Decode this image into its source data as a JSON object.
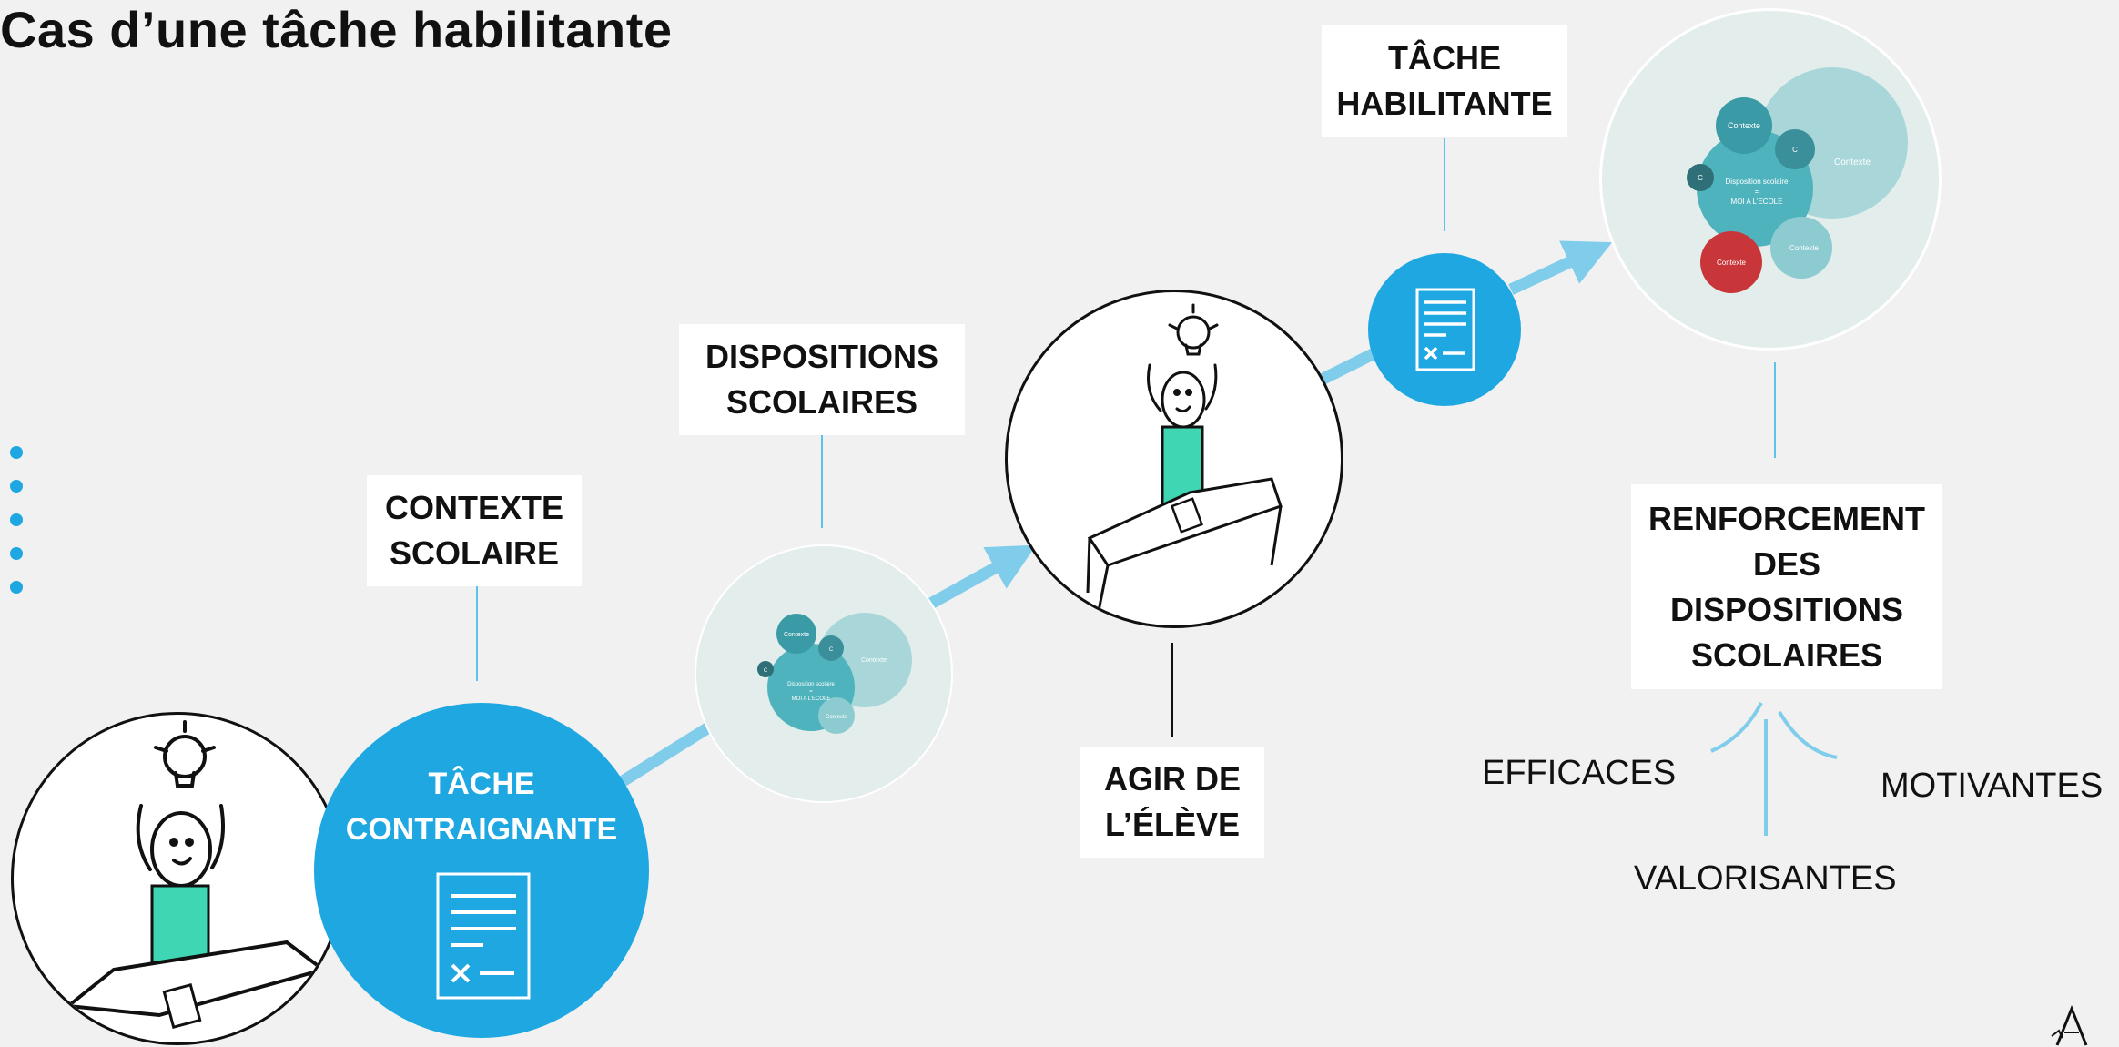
{
  "title": "Cas d’une tâche habilitante",
  "labels": {
    "contexte_scolaire": [
      "CONTEXTE",
      "SCOLAIRE"
    ],
    "dispositions_scolaires": [
      "DISPOSITIONS",
      "SCOLAIRES"
    ],
    "tache_habilitante": [
      "TÂCHE",
      "HABILITANTE"
    ],
    "agir_eleve": [
      "AGIR DE",
      "L’ÉLÈVE"
    ],
    "renforcement": [
      "RENFORCEMENT",
      "DES",
      "DISPOSITIONS",
      "SCOLAIRES"
    ],
    "tache_contraignante": [
      "TÂCHE",
      "CONTRAIGNANTE"
    ]
  },
  "qualities": {
    "efficaces": "EFFICACES",
    "motivantes": "MOTIVANTES",
    "valorisantes": "VALORISANTES"
  },
  "bubbles": {
    "contexte": "Contexte",
    "c": "C",
    "disposition": "Disposition scolaire",
    "equals": "=",
    "moi": "MOI A L’ECOLE"
  },
  "colors": {
    "accent_blue": "#1ea7e1",
    "arrow_blue": "#7fcdeb",
    "line_blue": "#5bc3ec",
    "teal_dark": "#3a9aa6",
    "teal_light": "#a8d6d9",
    "red_bubble": "#c9363a"
  },
  "icons": [
    "task-sheet-icon",
    "stick-figure-student-icon",
    "side-dots-icon",
    "logo-icon"
  ]
}
